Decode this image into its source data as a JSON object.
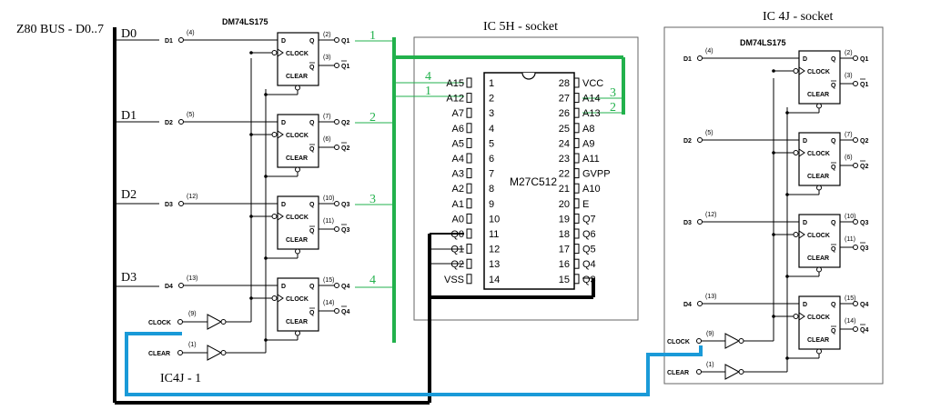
{
  "title": "Z80 BUS - D0..7",
  "data_lines": [
    "D0",
    "D1",
    "D2",
    "D3"
  ],
  "left_chip": {
    "name": "DM74LS175",
    "inputs": [
      {
        "label": "D1",
        "pin": "(4)"
      },
      {
        "label": "D2",
        "pin": "(5)"
      },
      {
        "label": "D3",
        "pin": "(12)"
      },
      {
        "label": "D4",
        "pin": "(13)"
      }
    ],
    "q_outputs": [
      {
        "label": "Q1",
        "pin": "(2)"
      },
      {
        "label": "Q2",
        "pin": "(7)"
      },
      {
        "label": "Q3",
        "pin": "(10)"
      },
      {
        "label": "Q4",
        "pin": "(15)"
      }
    ],
    "qbar_outputs": [
      {
        "label": "Q1",
        "pin": "(3)"
      },
      {
        "label": "Q2",
        "pin": "(6)"
      },
      {
        "label": "Q3",
        "pin": "(11)"
      },
      {
        "label": "Q4",
        "pin": "(14)"
      }
    ],
    "clock_label": "CLOCK",
    "clock_pin": "(9)",
    "clear_label": "CLEAR",
    "clear_pin": "(1)",
    "ff_d": "D",
    "ff_q": "Q",
    "ff_clock": "CLOCK",
    "ff_qbar": "Q",
    "ff_clear": "CLEAR"
  },
  "right_chip": {
    "socket_label": "IC 4J  - socket",
    "name": "DM74LS175",
    "inputs": [
      {
        "label": "D1",
        "pin": "(4)"
      },
      {
        "label": "D2",
        "pin": "(5)"
      },
      {
        "label": "D3",
        "pin": "(12)"
      },
      {
        "label": "D4",
        "pin": "(13)"
      }
    ],
    "q_outputs": [
      {
        "label": "Q1",
        "pin": "(2)"
      },
      {
        "label": "Q2",
        "pin": "(7)"
      },
      {
        "label": "Q3",
        "pin": "(10)"
      },
      {
        "label": "Q4",
        "pin": "(15)"
      }
    ],
    "qbar_outputs": [
      {
        "label": "Q1",
        "pin": "(3)"
      },
      {
        "label": "Q2",
        "pin": "(6)"
      },
      {
        "label": "Q3",
        "pin": "(11)"
      },
      {
        "label": "Q4",
        "pin": "(14)"
      }
    ],
    "clock_label": "CLOCK",
    "clock_pin": "(9)",
    "clear_label": "CLEAR",
    "clear_pin": "(1)"
  },
  "eprom": {
    "socket_label": "IC 5H - socket",
    "name": "M27C512",
    "left_pins": [
      {
        "name": "A15",
        "num": "1"
      },
      {
        "name": "A12",
        "num": "2"
      },
      {
        "name": "A7",
        "num": "3"
      },
      {
        "name": "A6",
        "num": "4"
      },
      {
        "name": "A5",
        "num": "5"
      },
      {
        "name": "A4",
        "num": "6"
      },
      {
        "name": "A3",
        "num": "7"
      },
      {
        "name": "A2",
        "num": "8"
      },
      {
        "name": "A1",
        "num": "9"
      },
      {
        "name": "A0",
        "num": "10"
      },
      {
        "name": "Q0",
        "num": "11"
      },
      {
        "name": "Q1",
        "num": "12"
      },
      {
        "name": "Q2",
        "num": "13"
      },
      {
        "name": "VSS",
        "num": "14"
      }
    ],
    "right_pins": [
      {
        "name": "VCC",
        "num": "28"
      },
      {
        "name": "A14",
        "num": "27"
      },
      {
        "name": "A13",
        "num": "26"
      },
      {
        "name": "A8",
        "num": "25"
      },
      {
        "name": "A9",
        "num": "24"
      },
      {
        "name": "A11",
        "num": "23"
      },
      {
        "name": "GVPP",
        "num": "22"
      },
      {
        "name": "A10",
        "num": "21"
      },
      {
        "name": "E",
        "num": "20"
      },
      {
        "name": "Q7",
        "num": "19"
      },
      {
        "name": "Q6",
        "num": "18"
      },
      {
        "name": "Q5",
        "num": "17"
      },
      {
        "name": "Q4",
        "num": "16"
      },
      {
        "name": "Q3",
        "num": "15"
      }
    ]
  },
  "annotations": {
    "green_q_numbers": [
      "1",
      "2",
      "3",
      "4"
    ],
    "a15_number": "4",
    "a12_number": "1",
    "a14_number": "3",
    "a13_number": "2",
    "ic4j_label": "IC4J - 1"
  },
  "colors": {
    "wire": "#000000",
    "green": "#22b14c",
    "blue": "#1a9ad8",
    "green_text": "#22b14c"
  }
}
